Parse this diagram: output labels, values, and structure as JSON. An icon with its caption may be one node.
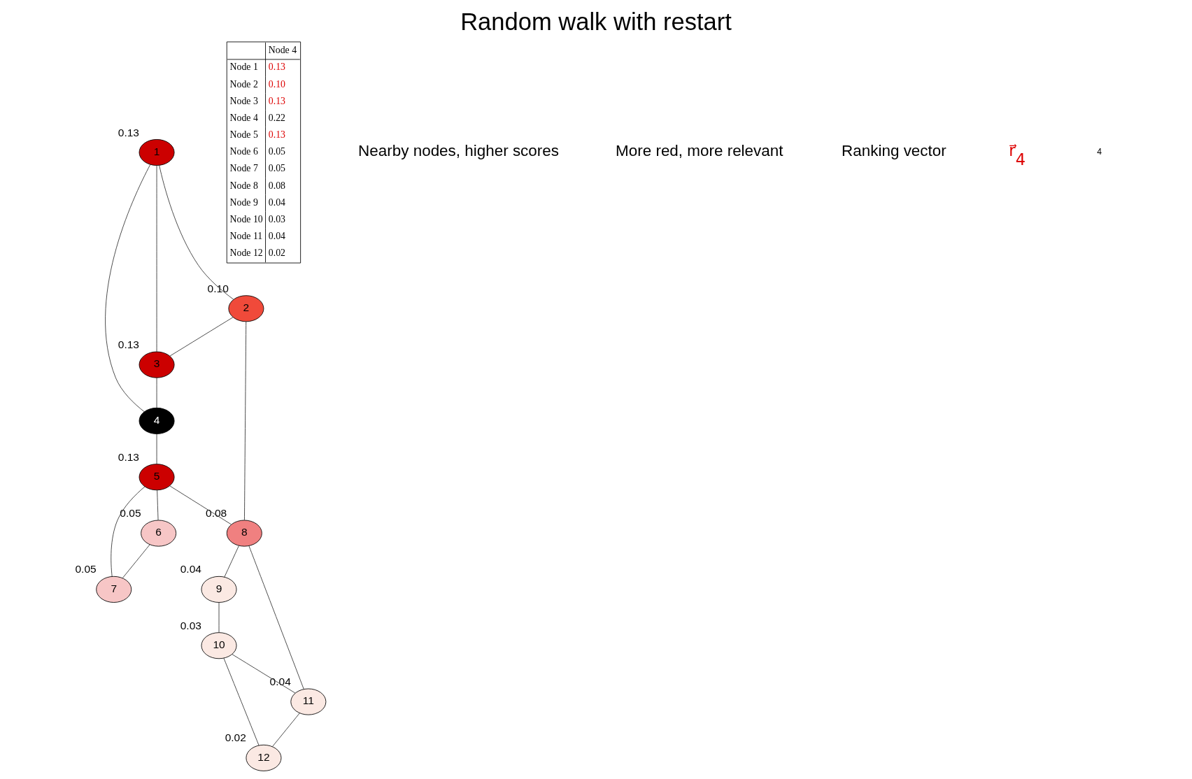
{
  "diagram": {
    "title": "Random walk with restart",
    "nodes": [
      {
        "text": [
          "1"
        ],
        "beside": [
          "0.13"
        ]
      },
      {
        "text": [
          "2"
        ],
        "beside": [
          "0.10"
        ]
      },
      {
        "text": [
          "3"
        ],
        "beside": [
          "0.13"
        ]
      },
      {
        "text": [
          "4"
        ]
      },
      {
        "text": [
          "5"
        ],
        "beside": [
          "0.13"
        ]
      },
      {
        "text": [
          "6"
        ],
        "beside": [
          "0.05"
        ]
      },
      {
        "text": [
          "7"
        ],
        "beside": [
          "0.05"
        ]
      },
      {
        "text": [
          "8"
        ],
        "beside": [
          "0.08"
        ]
      },
      {
        "text": [
          "9"
        ],
        "beside": [
          "0.04"
        ]
      },
      {
        "text": [
          "10"
        ],
        "beside": [
          "0.03"
        ]
      },
      {
        "text": [
          "11"
        ],
        "beside": [
          "0.04"
        ]
      },
      {
        "text": [
          "12"
        ],
        "beside": [
          "0.02"
        ]
      }
    ],
    "edges": [
      {
        "from": 0,
        "to": 1,
        "arrow": "none"
      },
      {
        "from": 1,
        "to": 2,
        "arrow": "none"
      },
      {
        "from": 0,
        "to": 2,
        "arrow": "none"
      },
      {
        "from": 0,
        "to": 3,
        "arrow": "none"
      },
      {
        "from": 2,
        "to": 3,
        "arrow": "none"
      },
      {
        "from": 1,
        "to": 7,
        "arrow": "none"
      },
      {
        "from": 3,
        "to": 4,
        "arrow": "none"
      },
      {
        "from": 4,
        "to": 7,
        "arrow": "none"
      },
      {
        "from": 4,
        "to": 5,
        "arrow": "none"
      },
      {
        "from": 4,
        "to": 6,
        "arrow": "none"
      },
      {
        "from": 5,
        "to": 6,
        "arrow": "none"
      },
      {
        "from": 7,
        "to": 8,
        "arrow": "none"
      },
      {
        "from": 8,
        "to": 9,
        "arrow": "none"
      },
      {
        "from": 7,
        "to": 10,
        "arrow": "none"
      },
      {
        "from": 9,
        "to": 10,
        "arrow": "none"
      },
      {
        "from": 9,
        "to": 11,
        "arrow": "none"
      },
      {
        "from": 10,
        "to": 11,
        "arrow": "none"
      }
    ],
    "labels": [
      "Node 4",
      "Node 1",
      "0.13",
      "Node 2",
      "0.10",
      "Node 3",
      "0.13",
      "Node 4",
      "0.22",
      "Node 5",
      "0.13",
      "Node 6",
      "0.05",
      "Node 7",
      "0.05",
      "Node 8",
      "0.08",
      "Node 9",
      "0.04",
      "Node 10",
      "0.03",
      "Node 11",
      "0.04",
      "Node 12",
      "0.02",
      "Nearby nodes, higher scores",
      "More red, more relevant",
      "Ranking vector",
      "r⃗$_{4}$",
      "4"
    ]
  }
}
